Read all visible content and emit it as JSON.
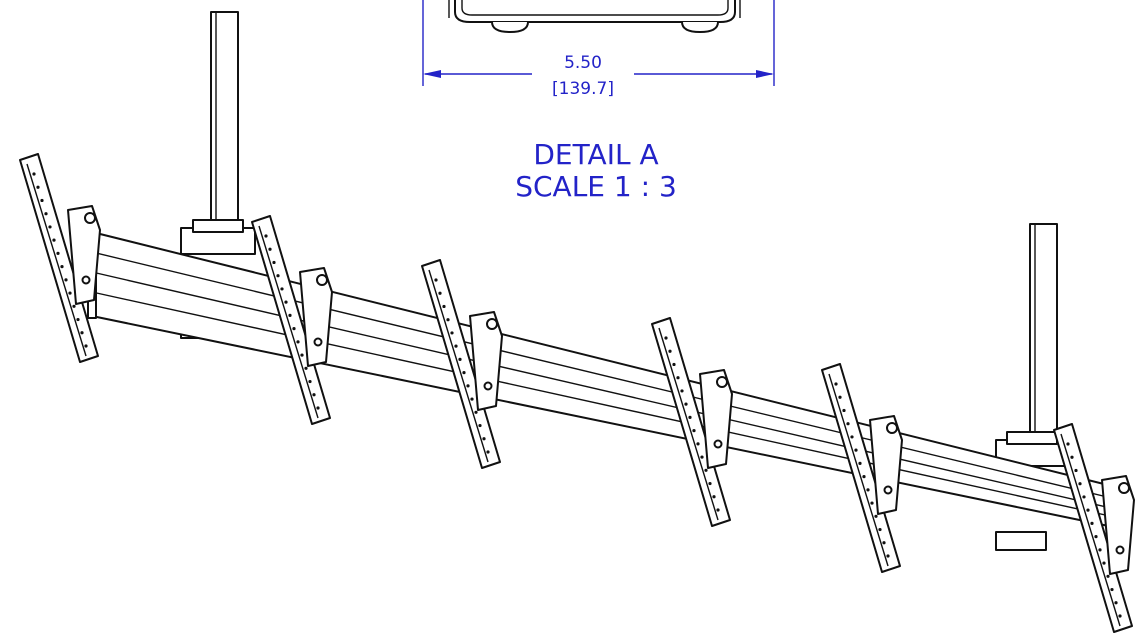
{
  "dimension": {
    "value_in": "5.50",
    "value_mm": "[139.7]"
  },
  "detail_label": {
    "title": "DETAIL A",
    "scale": "SCALE 1 : 3"
  },
  "colors": {
    "dimension_blue": "#2323c8",
    "line_black": "#111111"
  },
  "components": {
    "poles": 2,
    "brackets": 6,
    "rail_tracks": 3
  }
}
